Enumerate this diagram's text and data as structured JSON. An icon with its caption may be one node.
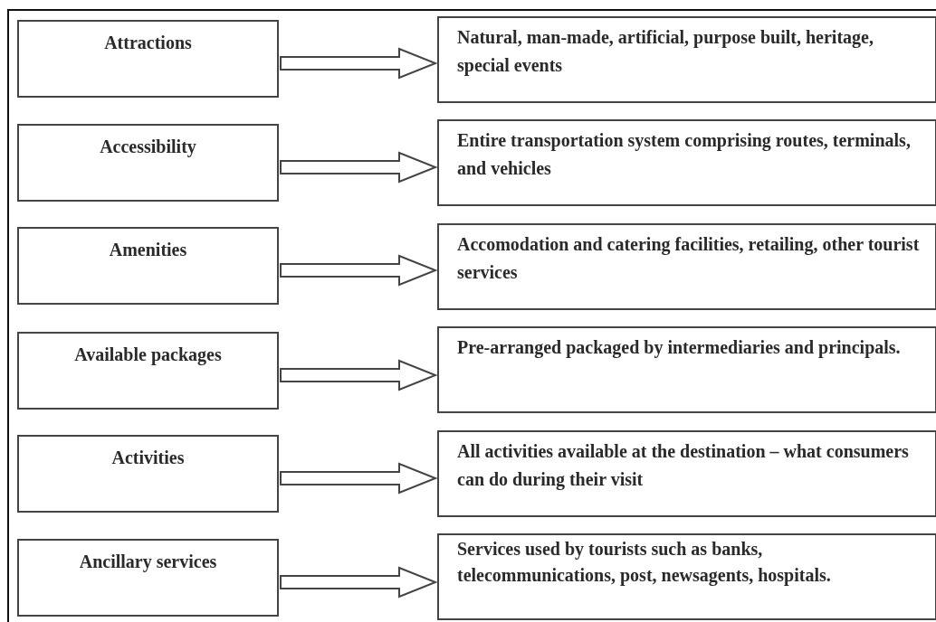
{
  "diagram": {
    "nodes": [
      {
        "text": [
          "Attractions"
        ]
      },
      {
        "text": [
          "Natural, man-made, artificial, purpose built, heritage, special events"
        ]
      },
      {
        "text": [
          "Accessibility"
        ]
      },
      {
        "text": [
          "Entire transportation system comprising routes, terminals, and vehicles"
        ]
      },
      {
        "text": [
          "Amenities"
        ]
      },
      {
        "text": [
          "Accomodation and catering facilities, retailing, other tourist services"
        ]
      },
      {
        "text": [
          "Available packages"
        ]
      },
      {
        "text": [
          "Pre-arranged packaged by intermediaries and principals."
        ]
      },
      {
        "text": [
          "Activities"
        ]
      },
      {
        "text": [
          "All activities available at the destination – what consumers can do during their visit"
        ]
      },
      {
        "text": [
          "Ancillary services"
        ]
      },
      {
        "text": [
          "Services used by tourists such as banks, telecommunications, post, newsagents, hospitals."
        ]
      }
    ],
    "edges": [
      {
        "from": 0,
        "to": 1,
        "arrow": "to"
      },
      {
        "from": 2,
        "to": 3,
        "arrow": "to"
      },
      {
        "from": 4,
        "to": 5,
        "arrow": "to"
      },
      {
        "from": 6,
        "to": 7,
        "arrow": "to"
      },
      {
        "from": 8,
        "to": 9,
        "arrow": "to"
      },
      {
        "from": 10,
        "to": 11,
        "arrow": "to"
      }
    ]
  }
}
